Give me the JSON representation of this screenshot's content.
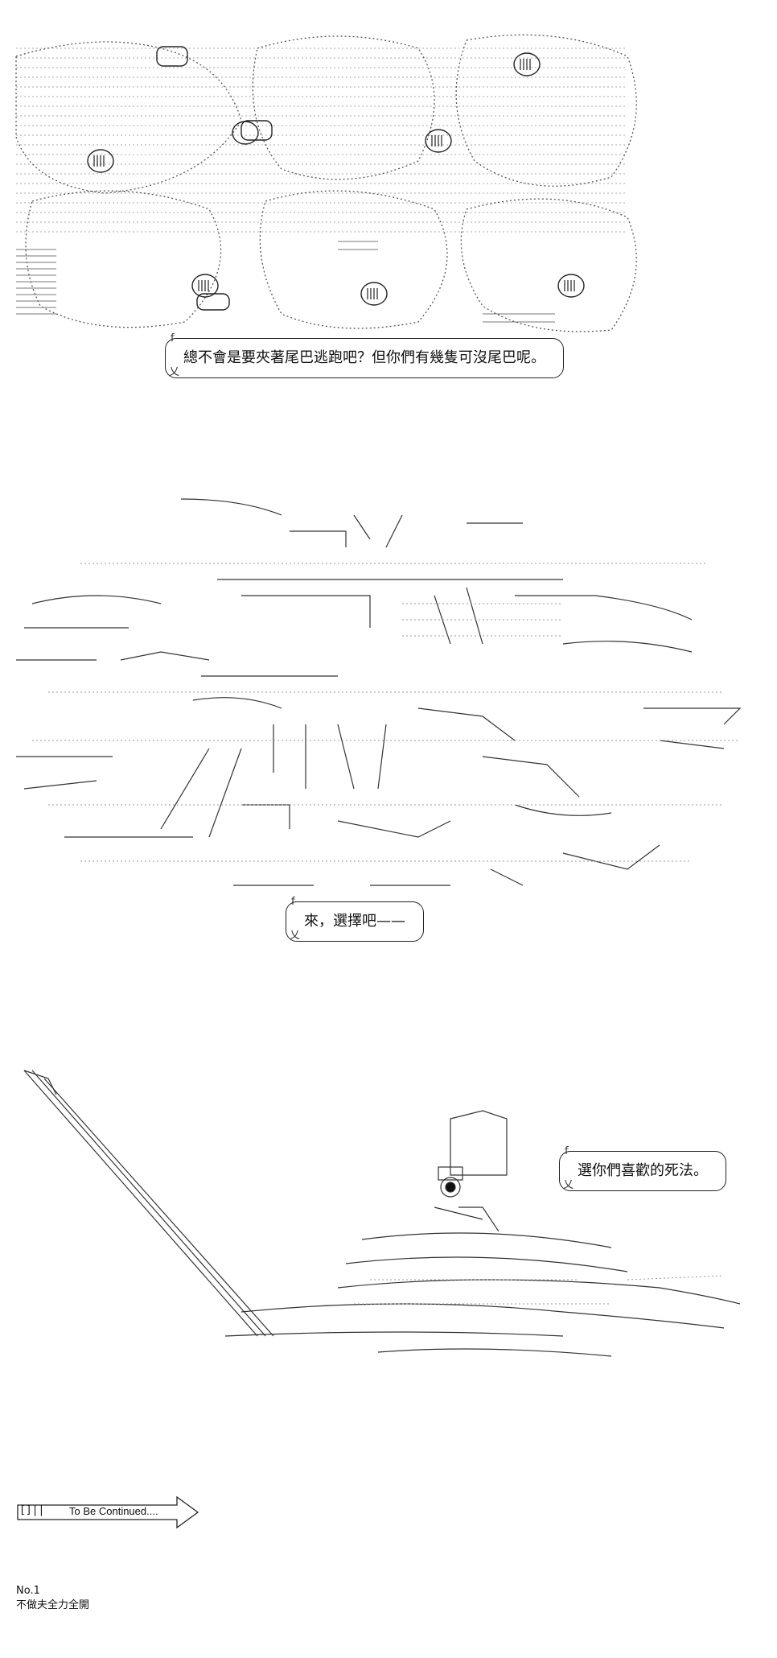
{
  "panel1": {
    "bubble_text": "總不會是要夾著尾巴逃跑吧？但你們有幾隻可沒尾巴呢。"
  },
  "panel2": {
    "bubble_text": "來，選擇吧——"
  },
  "panel3": {
    "bubble_text": "選你們喜歡的死法。"
  },
  "continue_arrow": {
    "label": "To Be Continued....",
    "glyph": "[]||"
  },
  "footer": {
    "number": "No.1",
    "title": "不做夫全力全開"
  }
}
